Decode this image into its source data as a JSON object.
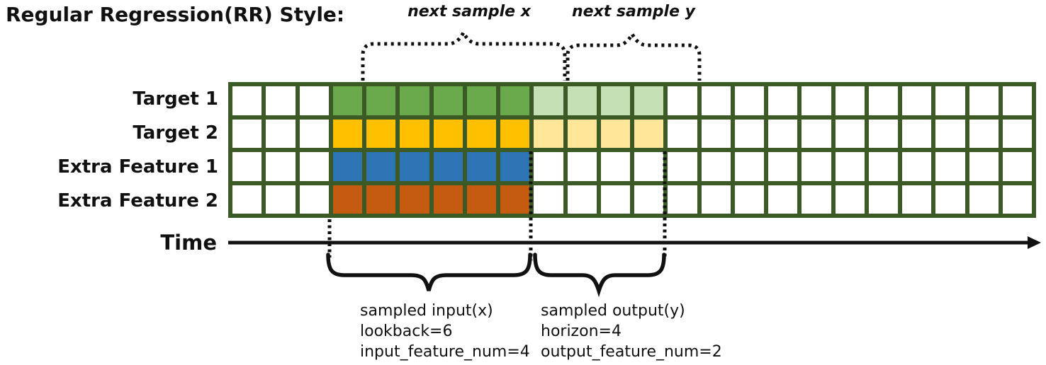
{
  "title": "Regular Regression(RR) Style:",
  "top_annotations": {
    "next_sample_x": "next sample x",
    "next_sample_y": "next sample y"
  },
  "rows": [
    {
      "label": "Target 1",
      "fill": "#6AAA4D",
      "horizon_fill": "#C5E0B4",
      "has_lookback": true,
      "has_horizon": true
    },
    {
      "label": "Target 2",
      "fill": "#FFC000",
      "horizon_fill": "#FFE699",
      "has_lookback": true,
      "has_horizon": true
    },
    {
      "label": "Extra Feature 1",
      "fill": "#2E75B6",
      "horizon_fill": "",
      "has_lookback": true,
      "has_horizon": false
    },
    {
      "label": "Extra Feature 2",
      "fill": "#C55A11",
      "horizon_fill": "",
      "has_lookback": true,
      "has_horizon": false
    }
  ],
  "grid": {
    "columns": 24,
    "rows": 4,
    "empty_lead_columns": 3,
    "lookback_columns": 6,
    "horizon_columns": 4,
    "border_color": "#3C5A25",
    "cell_color": "#FFFFFF"
  },
  "time_axis": {
    "label": "Time"
  },
  "bottom_annotations": {
    "input": {
      "lines": [
        "sampled input(x)",
        "lookback=6",
        "input_feature_num=4"
      ]
    },
    "output": {
      "lines": [
        "sampled output(y)",
        "horizon=4",
        "output_feature_num=2"
      ]
    }
  }
}
